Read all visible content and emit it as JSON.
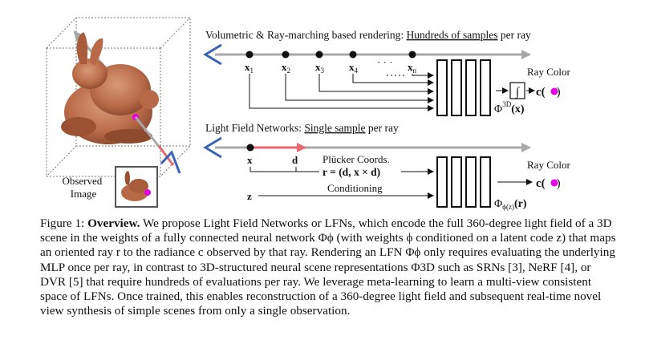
{
  "figure": {
    "top_panel": {
      "heading_prefix": "Volumetric & Ray-marching based rendering: ",
      "heading_underlined": "Hundreds of samples",
      "heading_suffix": " per ray",
      "sample_labels": [
        "x",
        "x",
        "x",
        "x",
        "x"
      ],
      "sample_subscripts": [
        "1",
        "2",
        "3",
        "4",
        "n"
      ],
      "ellipsis": "· · ·",
      "integral_symbol": "∫",
      "ray_color_label": "Ray Color",
      "color_output": "c(",
      "color_output_close": ")",
      "network_label": "Φ",
      "network_superscript": "3D",
      "network_arg": "(x)"
    },
    "bottom_panel": {
      "heading_prefix": "Light Field Networks: ",
      "heading_underlined": "Single sample",
      "heading_suffix": " per ray",
      "origin_label": "x",
      "direction_label": "d",
      "plucker_title": "Plücker Coords.",
      "plucker_formula": "r = (d, x × d)",
      "latent_label": "z",
      "conditioning_label": "Conditioning",
      "ray_color_label": "Ray Color",
      "color_output": "c(",
      "color_output_close": ")",
      "network_label": "Φ",
      "network_subscript": "ϕ(z)",
      "network_arg": "(r)"
    },
    "left_panel": {
      "observed_image_label_line1": "Observed",
      "observed_image_label_line2": "Image"
    },
    "colors": {
      "ray_gray": "#a8a8a8",
      "camera_blue": "#3a63b5",
      "sample_red": "#e8696e",
      "magenta": "#e600e6",
      "bunny": "#b86a48"
    }
  },
  "caption": {
    "label": "Figure 1: ",
    "bold_lead": "Overview.",
    "text": " We propose Light Field Networks or LFNs, which encode the full 360-degree light field of a 3D scene in the weights of a fully connected neural network Φϕ (with weights ϕ conditioned on a latent code z) that maps an oriented ray r to the radiance c observed by that ray. Rendering an LFN Φϕ only requires evaluating the underlying MLP once per ray, in contrast to 3D-structured neural scene representations Φ3D such as SRNs [3], NeRF [4], or DVR [5] that require hundreds of evaluations per ray. We leverage meta-learning to learn a multi-view consistent space of LFNs. Once trained, this enables reconstruction of a 360-degree light field and subsequent real-time novel view synthesis of simple scenes from only a single observation."
  }
}
